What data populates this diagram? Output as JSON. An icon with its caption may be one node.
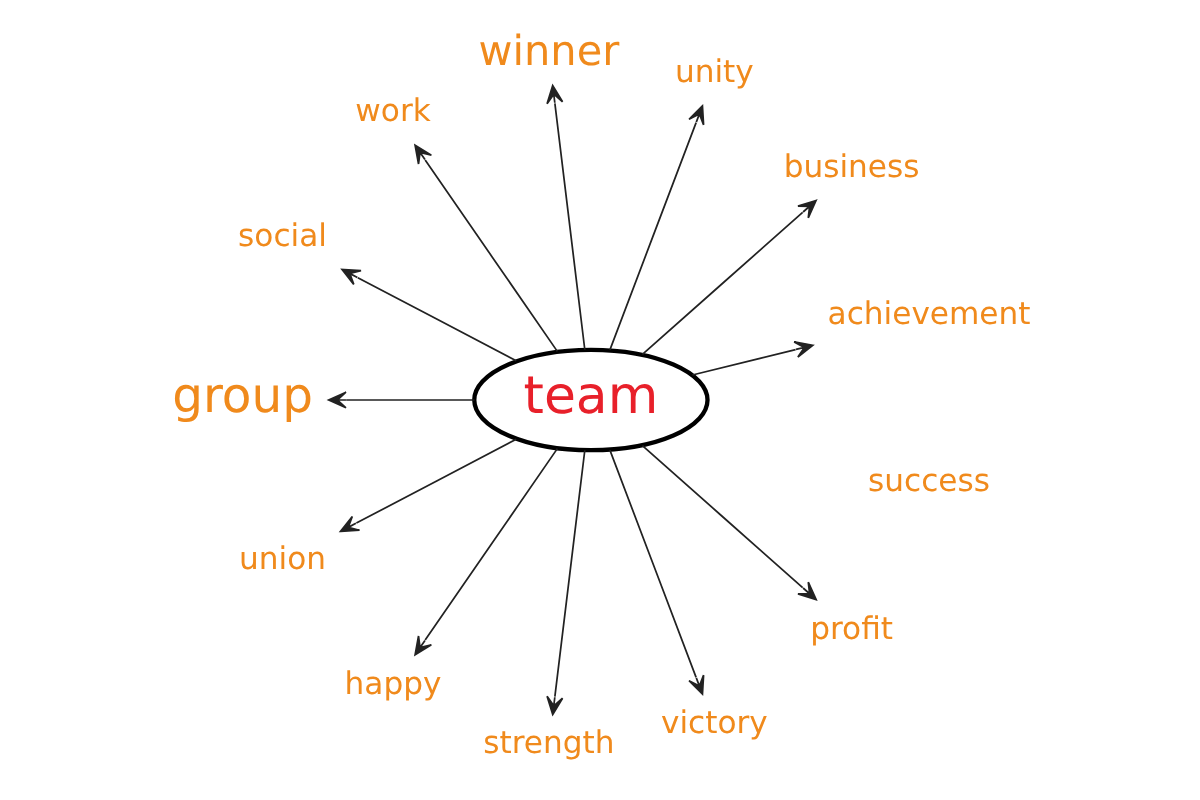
{
  "diagram": {
    "nodes": [
      {
        "text": [
          "team"
        ]
      },
      {
        "text": [
          "achievement"
        ]
      },
      {
        "text": [
          "business"
        ]
      },
      {
        "text": [
          "unity"
        ]
      },
      {
        "text": [
          "winner"
        ]
      },
      {
        "text": [
          "work"
        ]
      },
      {
        "text": [
          "social"
        ]
      },
      {
        "text": [
          "group"
        ]
      },
      {
        "text": [
          "union"
        ]
      },
      {
        "text": [
          "happy"
        ]
      },
      {
        "text": [
          "strength"
        ]
      },
      {
        "text": [
          "victory"
        ]
      },
      {
        "text": [
          "profit"
        ]
      }
    ],
    "edges": [
      {
        "from": 0,
        "to": 1,
        "arrow": "to"
      },
      {
        "from": 0,
        "to": 2,
        "arrow": "to"
      },
      {
        "from": 0,
        "to": 3,
        "arrow": "to"
      },
      {
        "from": 0,
        "to": 4,
        "arrow": "to"
      },
      {
        "from": 0,
        "to": 5,
        "arrow": "to"
      },
      {
        "from": 0,
        "to": 6,
        "arrow": "to"
      },
      {
        "from": 0,
        "to": 7,
        "arrow": "to"
      },
      {
        "from": 0,
        "to": 8,
        "arrow": "to"
      },
      {
        "from": 0,
        "to": 9,
        "arrow": "to"
      },
      {
        "from": 0,
        "to": 10,
        "arrow": "to"
      },
      {
        "from": 0,
        "to": 11,
        "arrow": "to"
      },
      {
        "from": 0,
        "to": 12,
        "arrow": "to"
      }
    ],
    "labels": [
      "success"
    ]
  }
}
